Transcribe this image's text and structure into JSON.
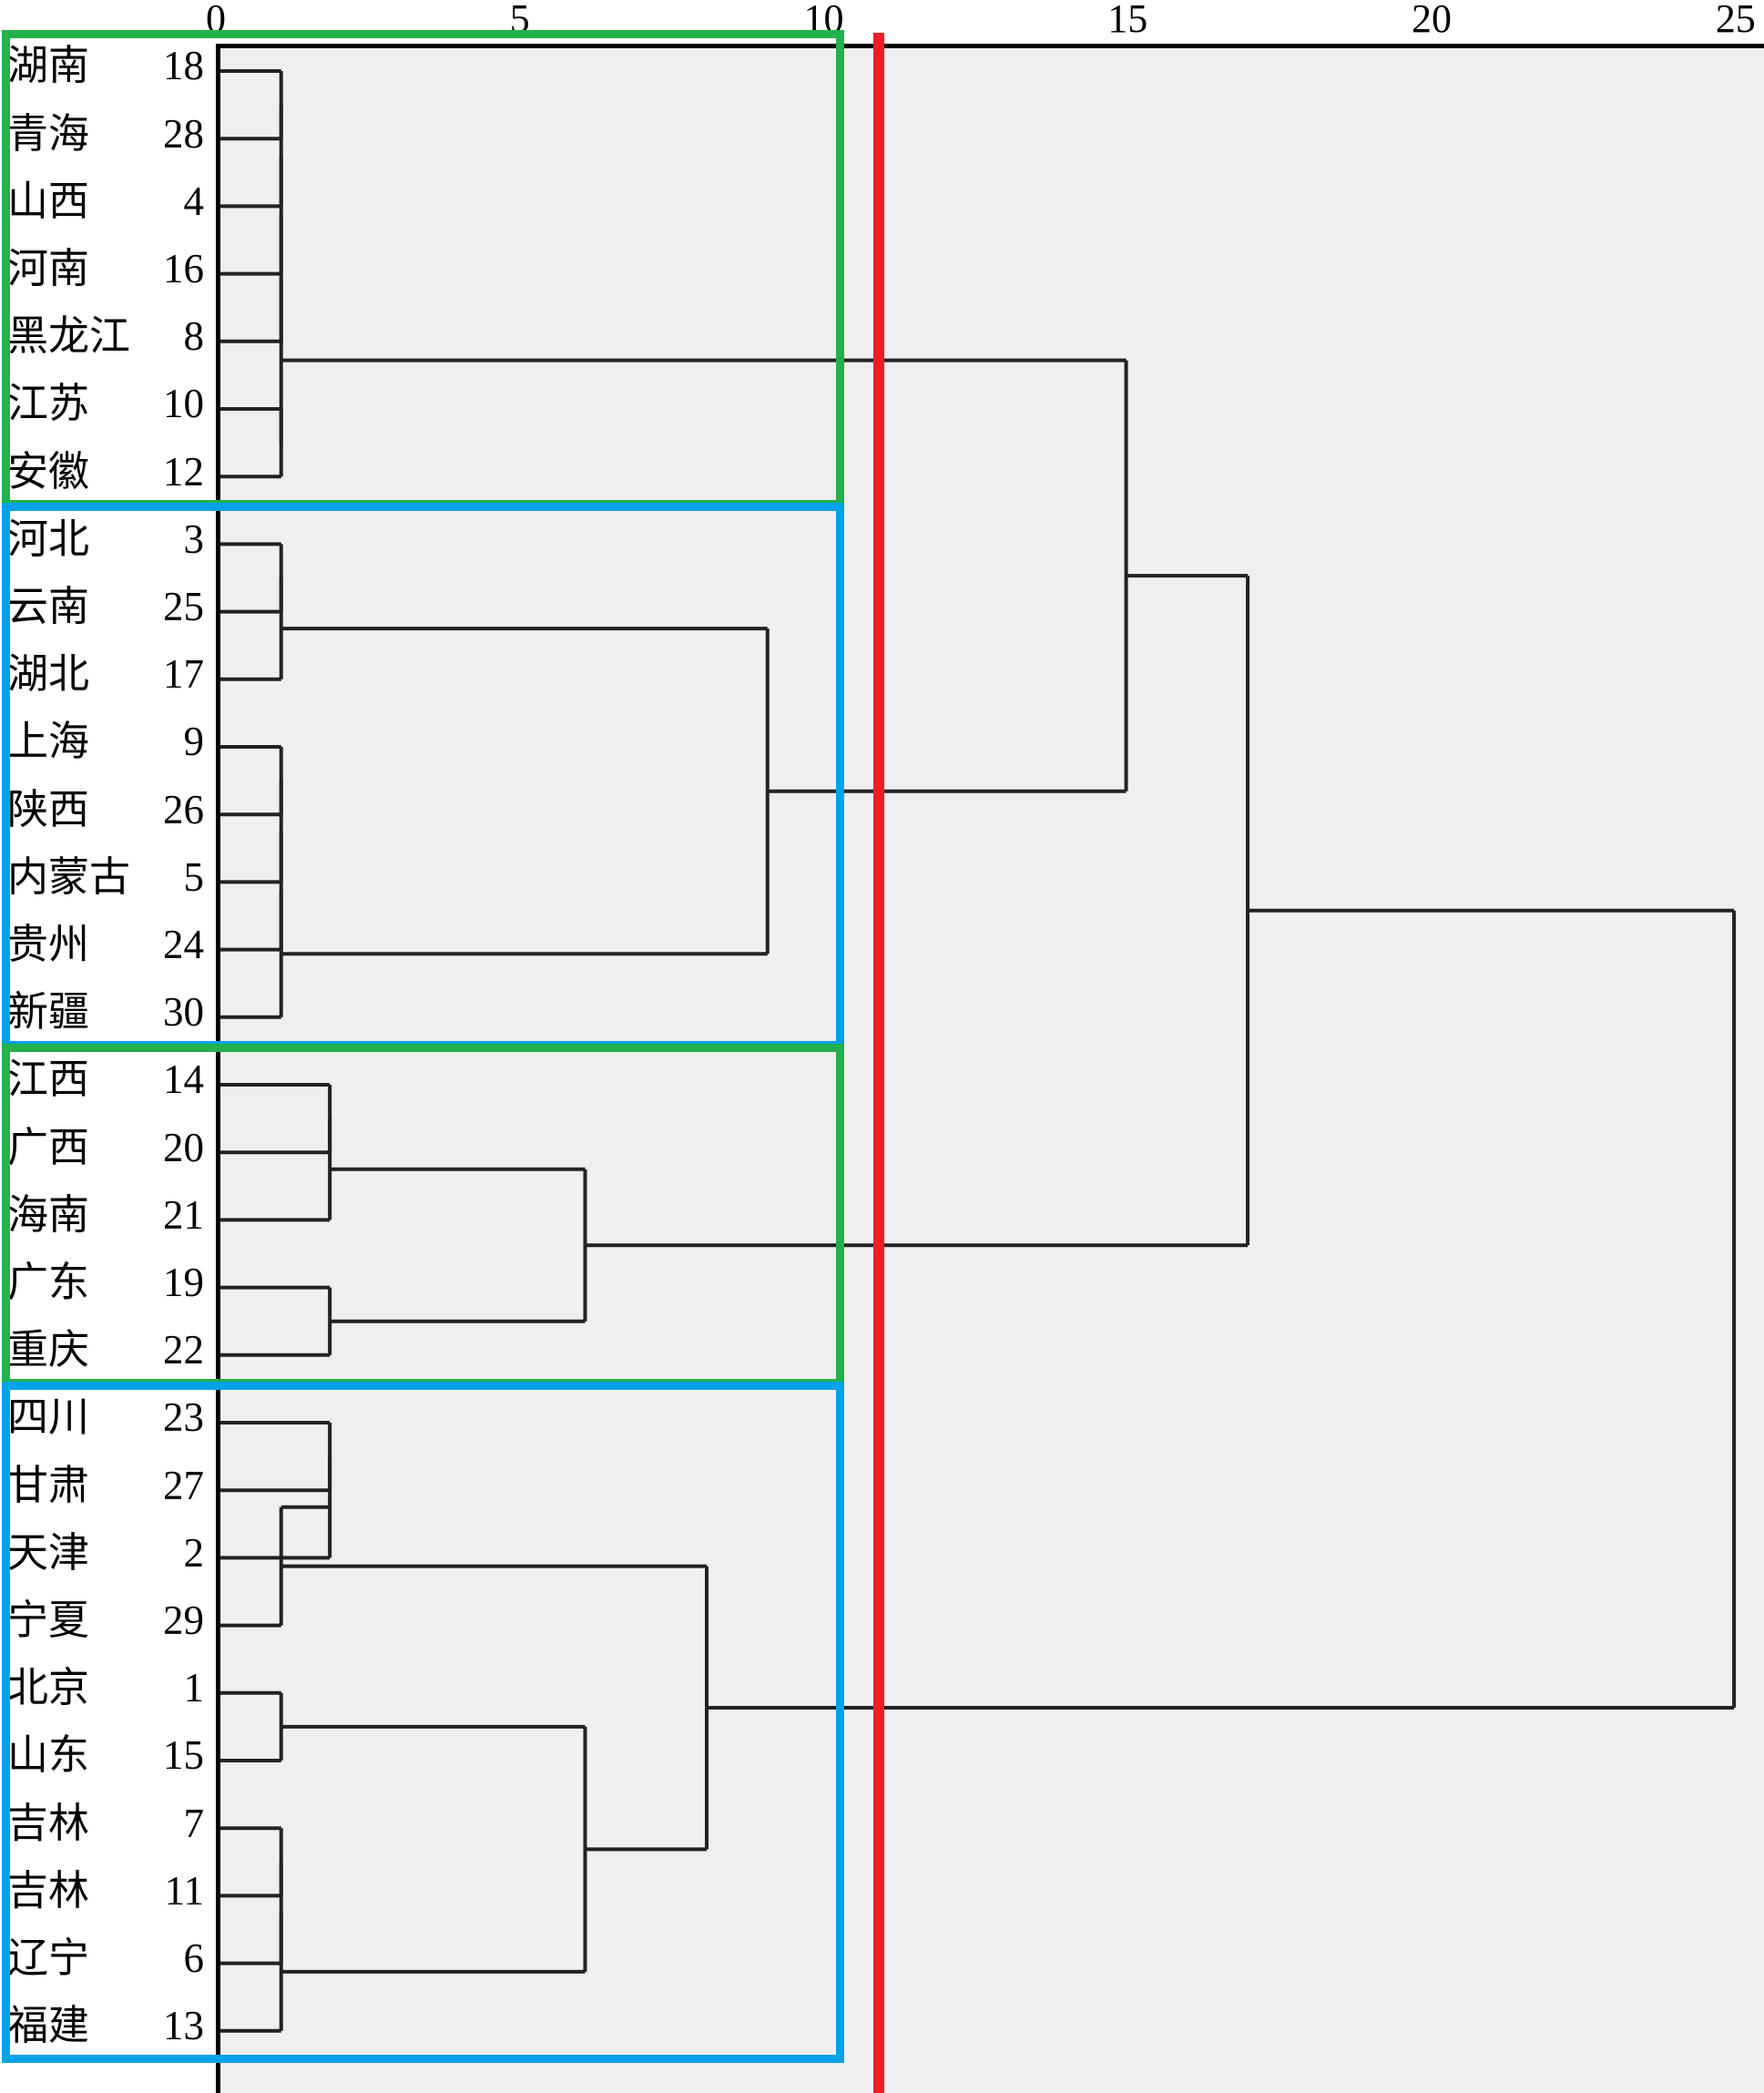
{
  "chart_data": {
    "type": "dendrogram",
    "title": "",
    "xlabel": "",
    "ylabel": "",
    "axis": {
      "ticks": [
        0,
        5,
        10,
        15,
        20,
        25
      ],
      "tick_labels": [
        "0",
        "5",
        "10",
        "15",
        "20",
        "25"
      ],
      "xlim": [
        0,
        25
      ],
      "grid": false,
      "orientation": "horizontal-leaves-left"
    },
    "threshold": {
      "value": 10.9,
      "color": "#ee1c25",
      "label": ""
    },
    "leaves": [
      {
        "name": "湖南",
        "id": "18"
      },
      {
        "name": "青海",
        "id": "28"
      },
      {
        "name": "山西",
        "id": "4"
      },
      {
        "name": "河南",
        "id": "16"
      },
      {
        "name": "黑龙江",
        "id": "8"
      },
      {
        "name": "江苏",
        "id": "10"
      },
      {
        "name": "安徽",
        "id": "12"
      },
      {
        "name": "河北",
        "id": "3"
      },
      {
        "name": "云南",
        "id": "25"
      },
      {
        "name": "湖北",
        "id": "17"
      },
      {
        "name": "上海",
        "id": "9"
      },
      {
        "name": "陕西",
        "id": "26"
      },
      {
        "name": "内蒙古",
        "id": "5"
      },
      {
        "name": "贵州",
        "id": "24"
      },
      {
        "name": "新疆",
        "id": "30"
      },
      {
        "name": "江西",
        "id": "14"
      },
      {
        "name": "广西",
        "id": "20"
      },
      {
        "name": "海南",
        "id": "21"
      },
      {
        "name": "广东",
        "id": "19"
      },
      {
        "name": "重庆",
        "id": "22"
      },
      {
        "name": "四川",
        "id": "23"
      },
      {
        "name": "甘肃",
        "id": "27"
      },
      {
        "name": "天津",
        "id": "2"
      },
      {
        "name": "宁夏",
        "id": "29"
      },
      {
        "name": "北京",
        "id": "1"
      },
      {
        "name": "山东",
        "id": "15"
      },
      {
        "name": "吉林",
        "id": "7"
      },
      {
        "name": "吉林",
        "id": "11"
      },
      {
        "name": "辽宁",
        "id": "6"
      },
      {
        "name": "福建",
        "id": "13"
      }
    ],
    "merges": [
      {
        "left": {
          "leaf": 0
        },
        "right": {
          "leaf": 1
        },
        "height": 1.0
      },
      {
        "left": {
          "node": 0
        },
        "right": {
          "leaf": 2
        },
        "height": 1.0
      },
      {
        "left": {
          "node": 1
        },
        "right": {
          "leaf": 3
        },
        "height": 1.0
      },
      {
        "left": {
          "node": 2
        },
        "right": {
          "leaf": 4
        },
        "height": 1.0
      },
      {
        "left": {
          "leaf": 5
        },
        "right": {
          "leaf": 6
        },
        "height": 1.0
      },
      {
        "left": {
          "node": 3
        },
        "right": {
          "node": 4
        },
        "height": 1.0
      },
      {
        "left": {
          "leaf": 7
        },
        "right": {
          "leaf": 8
        },
        "height": 1.0
      },
      {
        "left": {
          "node": 6
        },
        "right": {
          "leaf": 9
        },
        "height": 1.0
      },
      {
        "left": {
          "leaf": 10
        },
        "right": {
          "leaf": 11
        },
        "height": 1.0
      },
      {
        "left": {
          "node": 8
        },
        "right": {
          "leaf": 12
        },
        "height": 1.0
      },
      {
        "left": {
          "node": 9
        },
        "right": {
          "leaf": 13
        },
        "height": 1.0
      },
      {
        "left": {
          "node": 10
        },
        "right": {
          "leaf": 14
        },
        "height": 1.0
      },
      {
        "left": {
          "node": 11
        },
        "right": {
          "node": 7
        },
        "height": 9.0
      },
      {
        "left": {
          "node": 12
        },
        "right": {
          "node": 5
        },
        "height": 14.9
      },
      {
        "left": {
          "leaf": 15
        },
        "right": {
          "leaf": 16
        },
        "height": 1.8
      },
      {
        "left": {
          "leaf": 18
        },
        "right": {
          "leaf": 19
        },
        "height": 1.8
      },
      {
        "left": {
          "node": 14
        },
        "right": {
          "leaf": 17
        },
        "height": 1.8
      },
      {
        "left": {
          "node": 16
        },
        "right": {
          "node": 15
        },
        "height": 6.0
      },
      {
        "left": {
          "leaf": 20
        },
        "right": {
          "leaf": 21
        },
        "height": 1.8
      },
      {
        "left": {
          "node": 18
        },
        "right": {
          "leaf": 22
        },
        "height": 1.8
      },
      {
        "left": {
          "node": 19
        },
        "right": {
          "leaf": 23
        },
        "height": 1.0
      },
      {
        "left": {
          "leaf": 24
        },
        "right": {
          "leaf": 25
        },
        "height": 1.0
      },
      {
        "left": {
          "leaf": 26
        },
        "right": {
          "leaf": 27
        },
        "height": 1.0
      },
      {
        "left": {
          "node": 22
        },
        "right": {
          "leaf": 28
        },
        "height": 1.0
      },
      {
        "left": {
          "node": 23
        },
        "right": {
          "leaf": 29
        },
        "height": 1.0
      },
      {
        "left": {
          "node": 21
        },
        "right": {
          "node": 24
        },
        "height": 6.0
      },
      {
        "left": {
          "node": 20
        },
        "right": {
          "node": 25
        },
        "height": 8.0
      },
      {
        "left": {
          "node": 17
        },
        "right": {
          "node": 13
        },
        "height": 16.9
      },
      {
        "left": {
          "node": 26
        },
        "right": {
          "node": 27
        },
        "height": 24.9
      }
    ],
    "clusters": [
      {
        "color": "#22b14c",
        "first_leaf": 0,
        "last_leaf": 6,
        "name": "cluster-green-1"
      },
      {
        "color": "#00a2e8",
        "first_leaf": 7,
        "last_leaf": 14,
        "name": "cluster-blue-1"
      },
      {
        "color": "#22b14c",
        "first_leaf": 15,
        "last_leaf": 19,
        "name": "cluster-green-2"
      },
      {
        "color": "#00a2e8",
        "first_leaf": 20,
        "last_leaf": 29,
        "name": "cluster-blue-2"
      }
    ],
    "colors": {
      "plot_background": "#efefef",
      "link": "#222222",
      "green": "#22b14c",
      "blue": "#00a2e8",
      "red": "#ee1c25"
    }
  }
}
